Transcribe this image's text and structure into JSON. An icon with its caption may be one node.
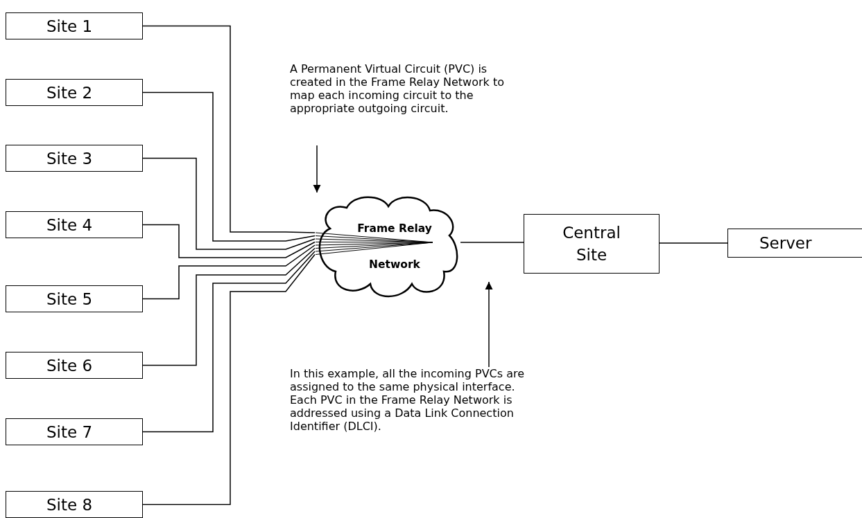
{
  "diagram": {
    "nodes": [
      {
        "text": [
          "Site 1"
        ]
      },
      {
        "text": [
          "Site 2"
        ]
      },
      {
        "text": [
          "Site 3"
        ]
      },
      {
        "text": [
          "Site 4"
        ]
      },
      {
        "text": [
          "Site 5"
        ]
      },
      {
        "text": [
          "Site 6"
        ]
      },
      {
        "text": [
          "Site 7"
        ]
      },
      {
        "text": [
          "Site 8"
        ]
      },
      {
        "text": [
          "Frame Relay Network"
        ]
      },
      {
        "text": [
          "Central Site"
        ]
      },
      {
        "text": [
          "Server"
        ]
      },
      {
        "text": [
          "A Permanent Virtual Circuit (PVC) is created in the Frame Relay Network to map each incoming circuit to the appropriate outgoing circuit."
        ]
      },
      {
        "text": [
          "In this example, all the incoming PVCs are assigned to the same physical interface.  Each PVC in the Frame Relay Network is addressed using a Data Link Connection Identifier (DLCI)."
        ]
      }
    ],
    "edges": [
      {
        "from": 0,
        "to": 8,
        "arrow": "none"
      },
      {
        "from": 1,
        "to": 8,
        "arrow": "none"
      },
      {
        "from": 2,
        "to": 8,
        "arrow": "none"
      },
      {
        "from": 3,
        "to": 8,
        "arrow": "none"
      },
      {
        "from": 4,
        "to": 8,
        "arrow": "none"
      },
      {
        "from": 5,
        "to": 8,
        "arrow": "none"
      },
      {
        "from": 6,
        "to": 8,
        "arrow": "none"
      },
      {
        "from": 7,
        "to": 8,
        "arrow": "none"
      },
      {
        "from": 8,
        "to": 9,
        "arrow": "none"
      },
      {
        "from": 9,
        "to": 10,
        "arrow": "none"
      },
      {
        "from": 11,
        "to": 8,
        "arrow": "to"
      },
      {
        "from": 12,
        "to": null,
        "arrow": "to"
      }
    ]
  }
}
